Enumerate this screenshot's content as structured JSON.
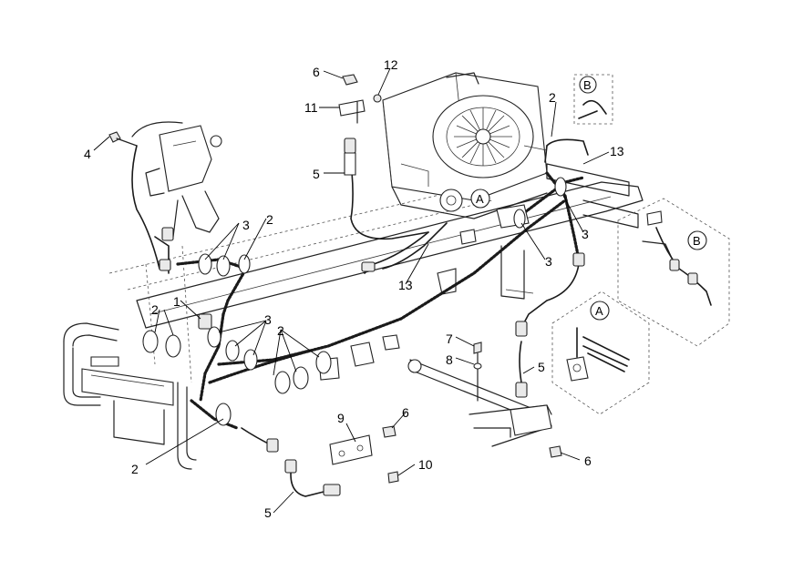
{
  "callouts": {
    "c1": "1",
    "c2a": "2",
    "c2b": "2",
    "c2c": "2",
    "c2d": "2",
    "c2e": "2",
    "c3a": "3",
    "c3b": "3",
    "c3c": "3",
    "c3d": "3",
    "c4": "4",
    "c5a": "5",
    "c5b": "5",
    "c5c": "5",
    "c6a": "6",
    "c6b": "6",
    "c6c": "6",
    "c7": "7",
    "c8": "8",
    "c9": "9",
    "c10": "10",
    "c11": "11",
    "c12": "12",
    "c13a": "13",
    "c13b": "13"
  },
  "details": {
    "a_main": "A",
    "a_inset": "A",
    "b_top": "B",
    "b_inset": "B"
  }
}
